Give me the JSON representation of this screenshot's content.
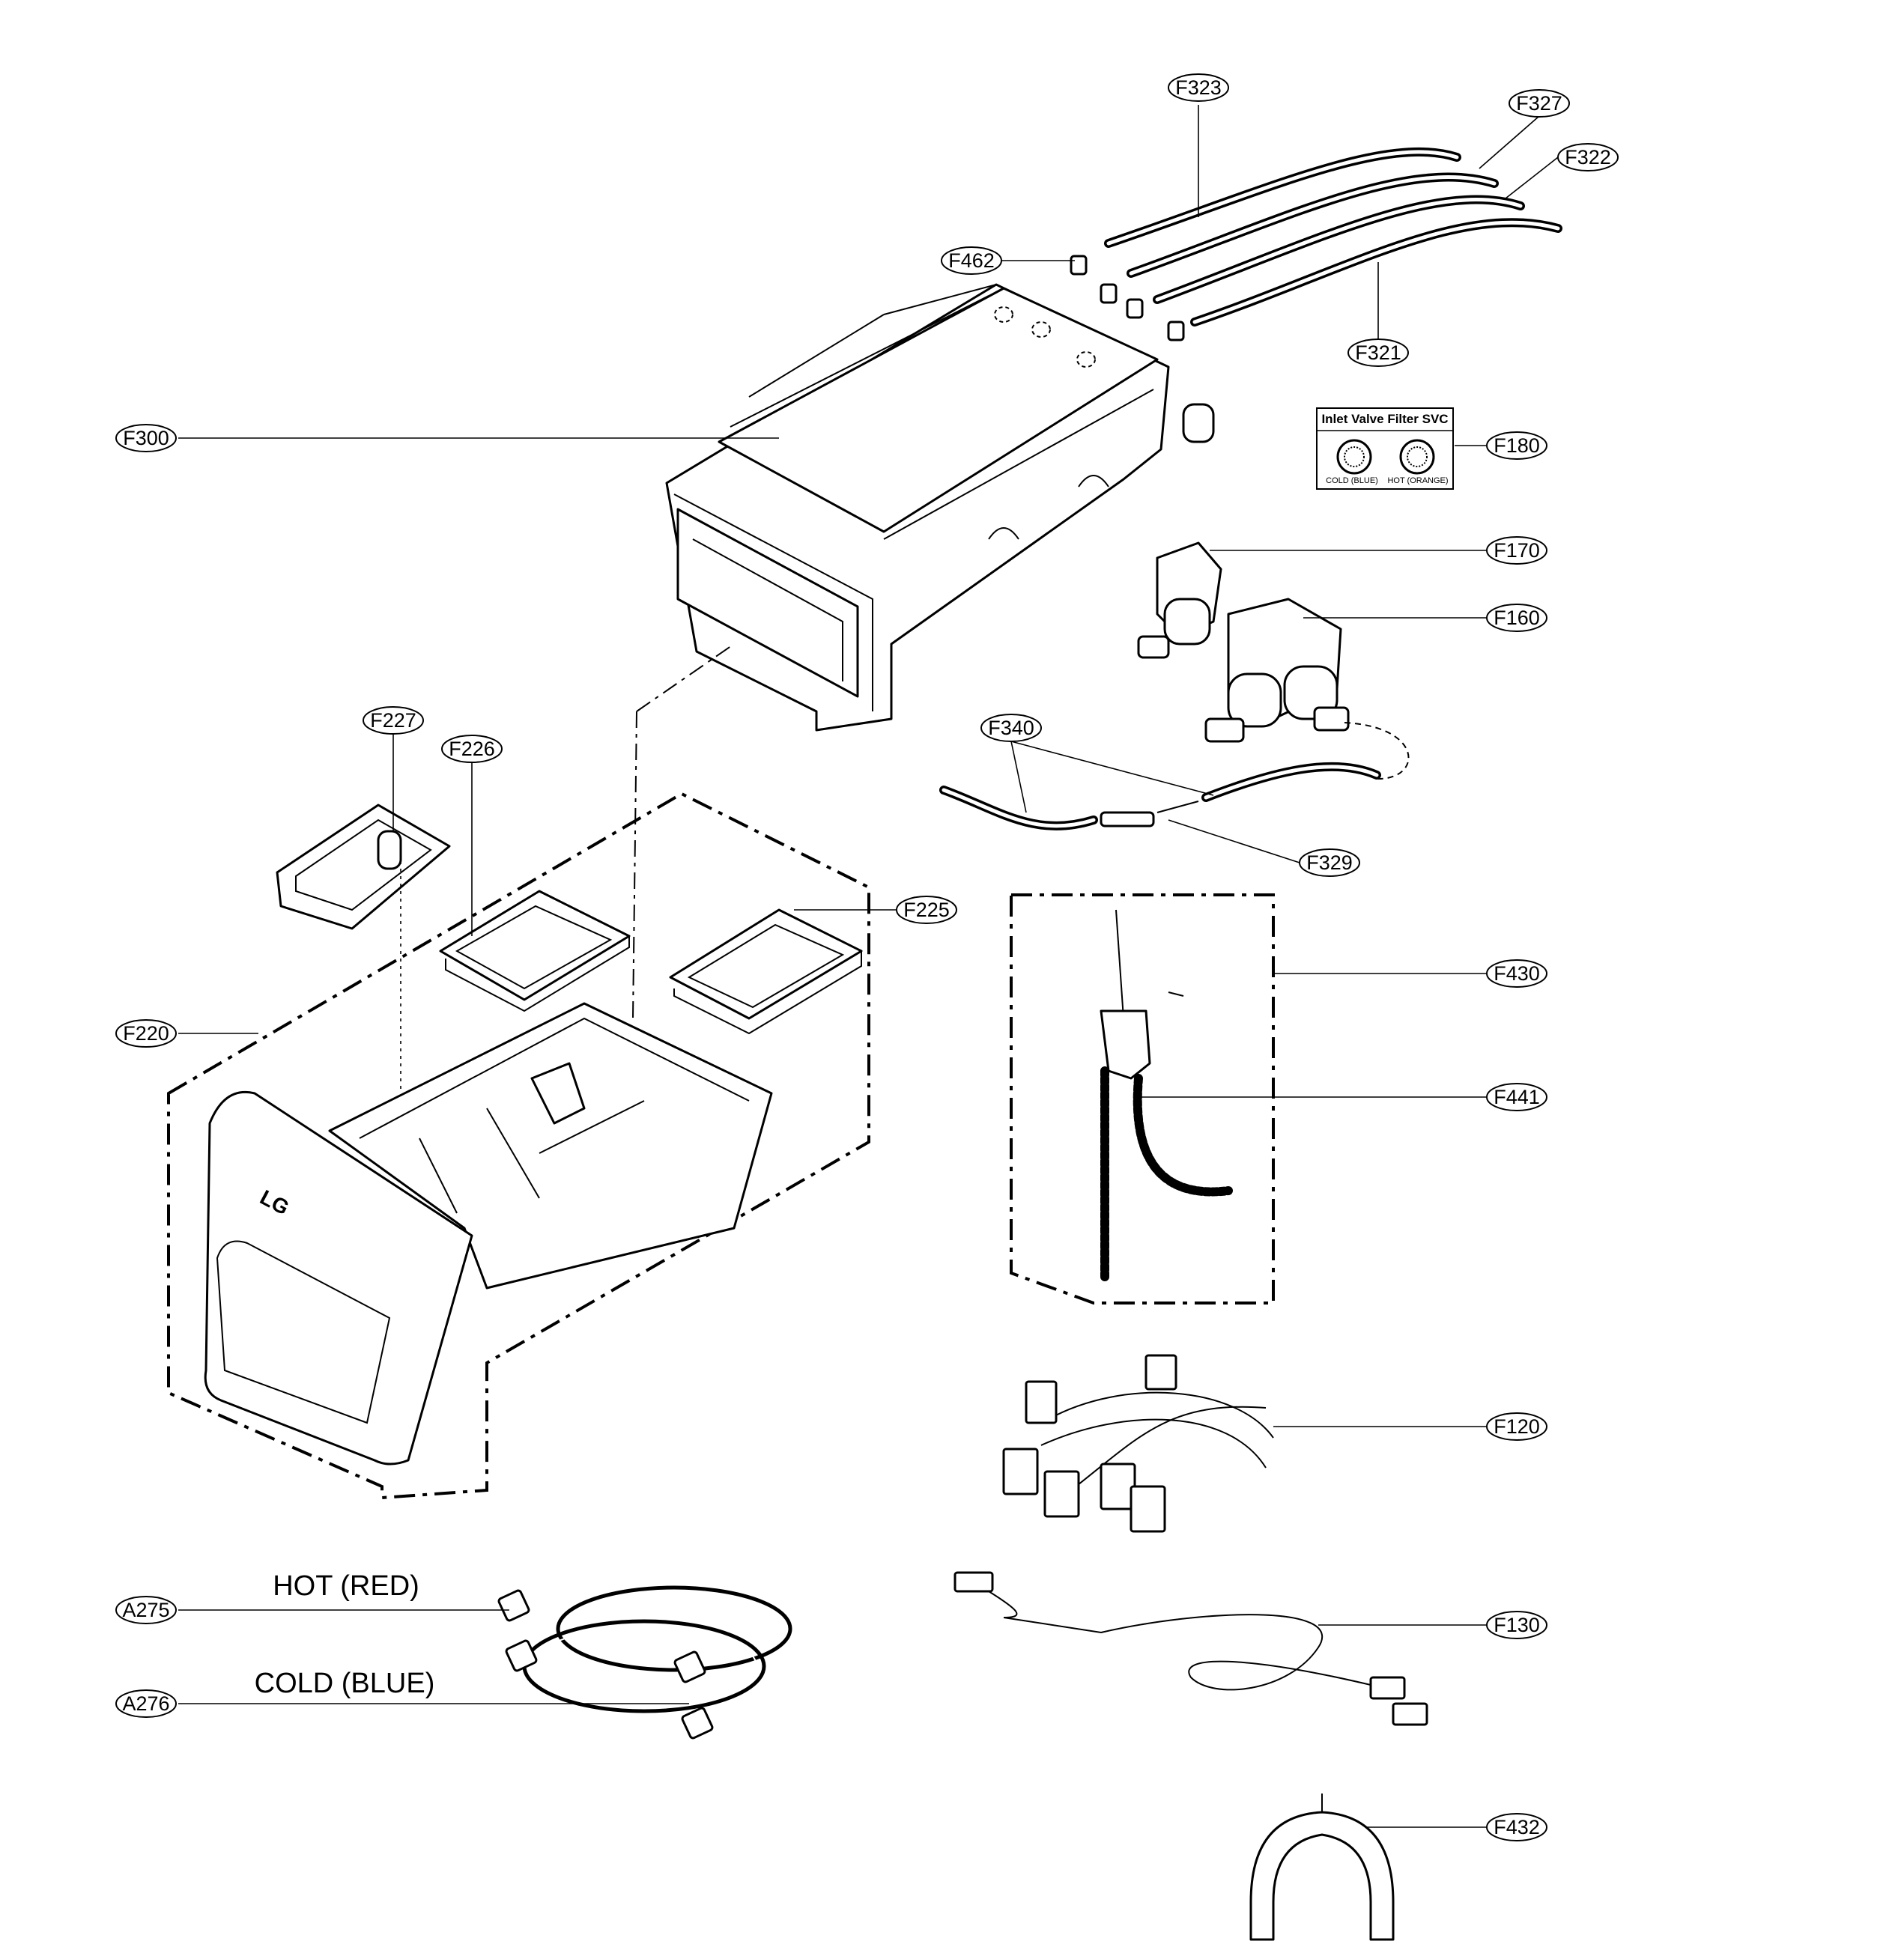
{
  "callouts": {
    "f323": "F323",
    "f327": "F327",
    "f322": "F322",
    "f462": "F462",
    "f321": "F321",
    "f300": "F300",
    "f180": "F180",
    "f170": "F170",
    "f160": "F160",
    "f340": "F340",
    "f329": "F329",
    "f227": "F227",
    "f226": "F226",
    "f225": "F225",
    "f220": "F220",
    "f430": "F430",
    "f441": "F441",
    "f120": "F120",
    "f130": "F130",
    "a275": "A275",
    "a276": "A276",
    "f432": "F432"
  },
  "filter_box": {
    "title": "Inlet Valve Filter SVC",
    "cold_label": "COLD (BLUE)",
    "hot_label": "HOT (ORANGE)"
  },
  "hose_labels": {
    "hot": "HOT (RED)",
    "cold": "COLD (BLUE)"
  },
  "drawer_logo": "LG"
}
